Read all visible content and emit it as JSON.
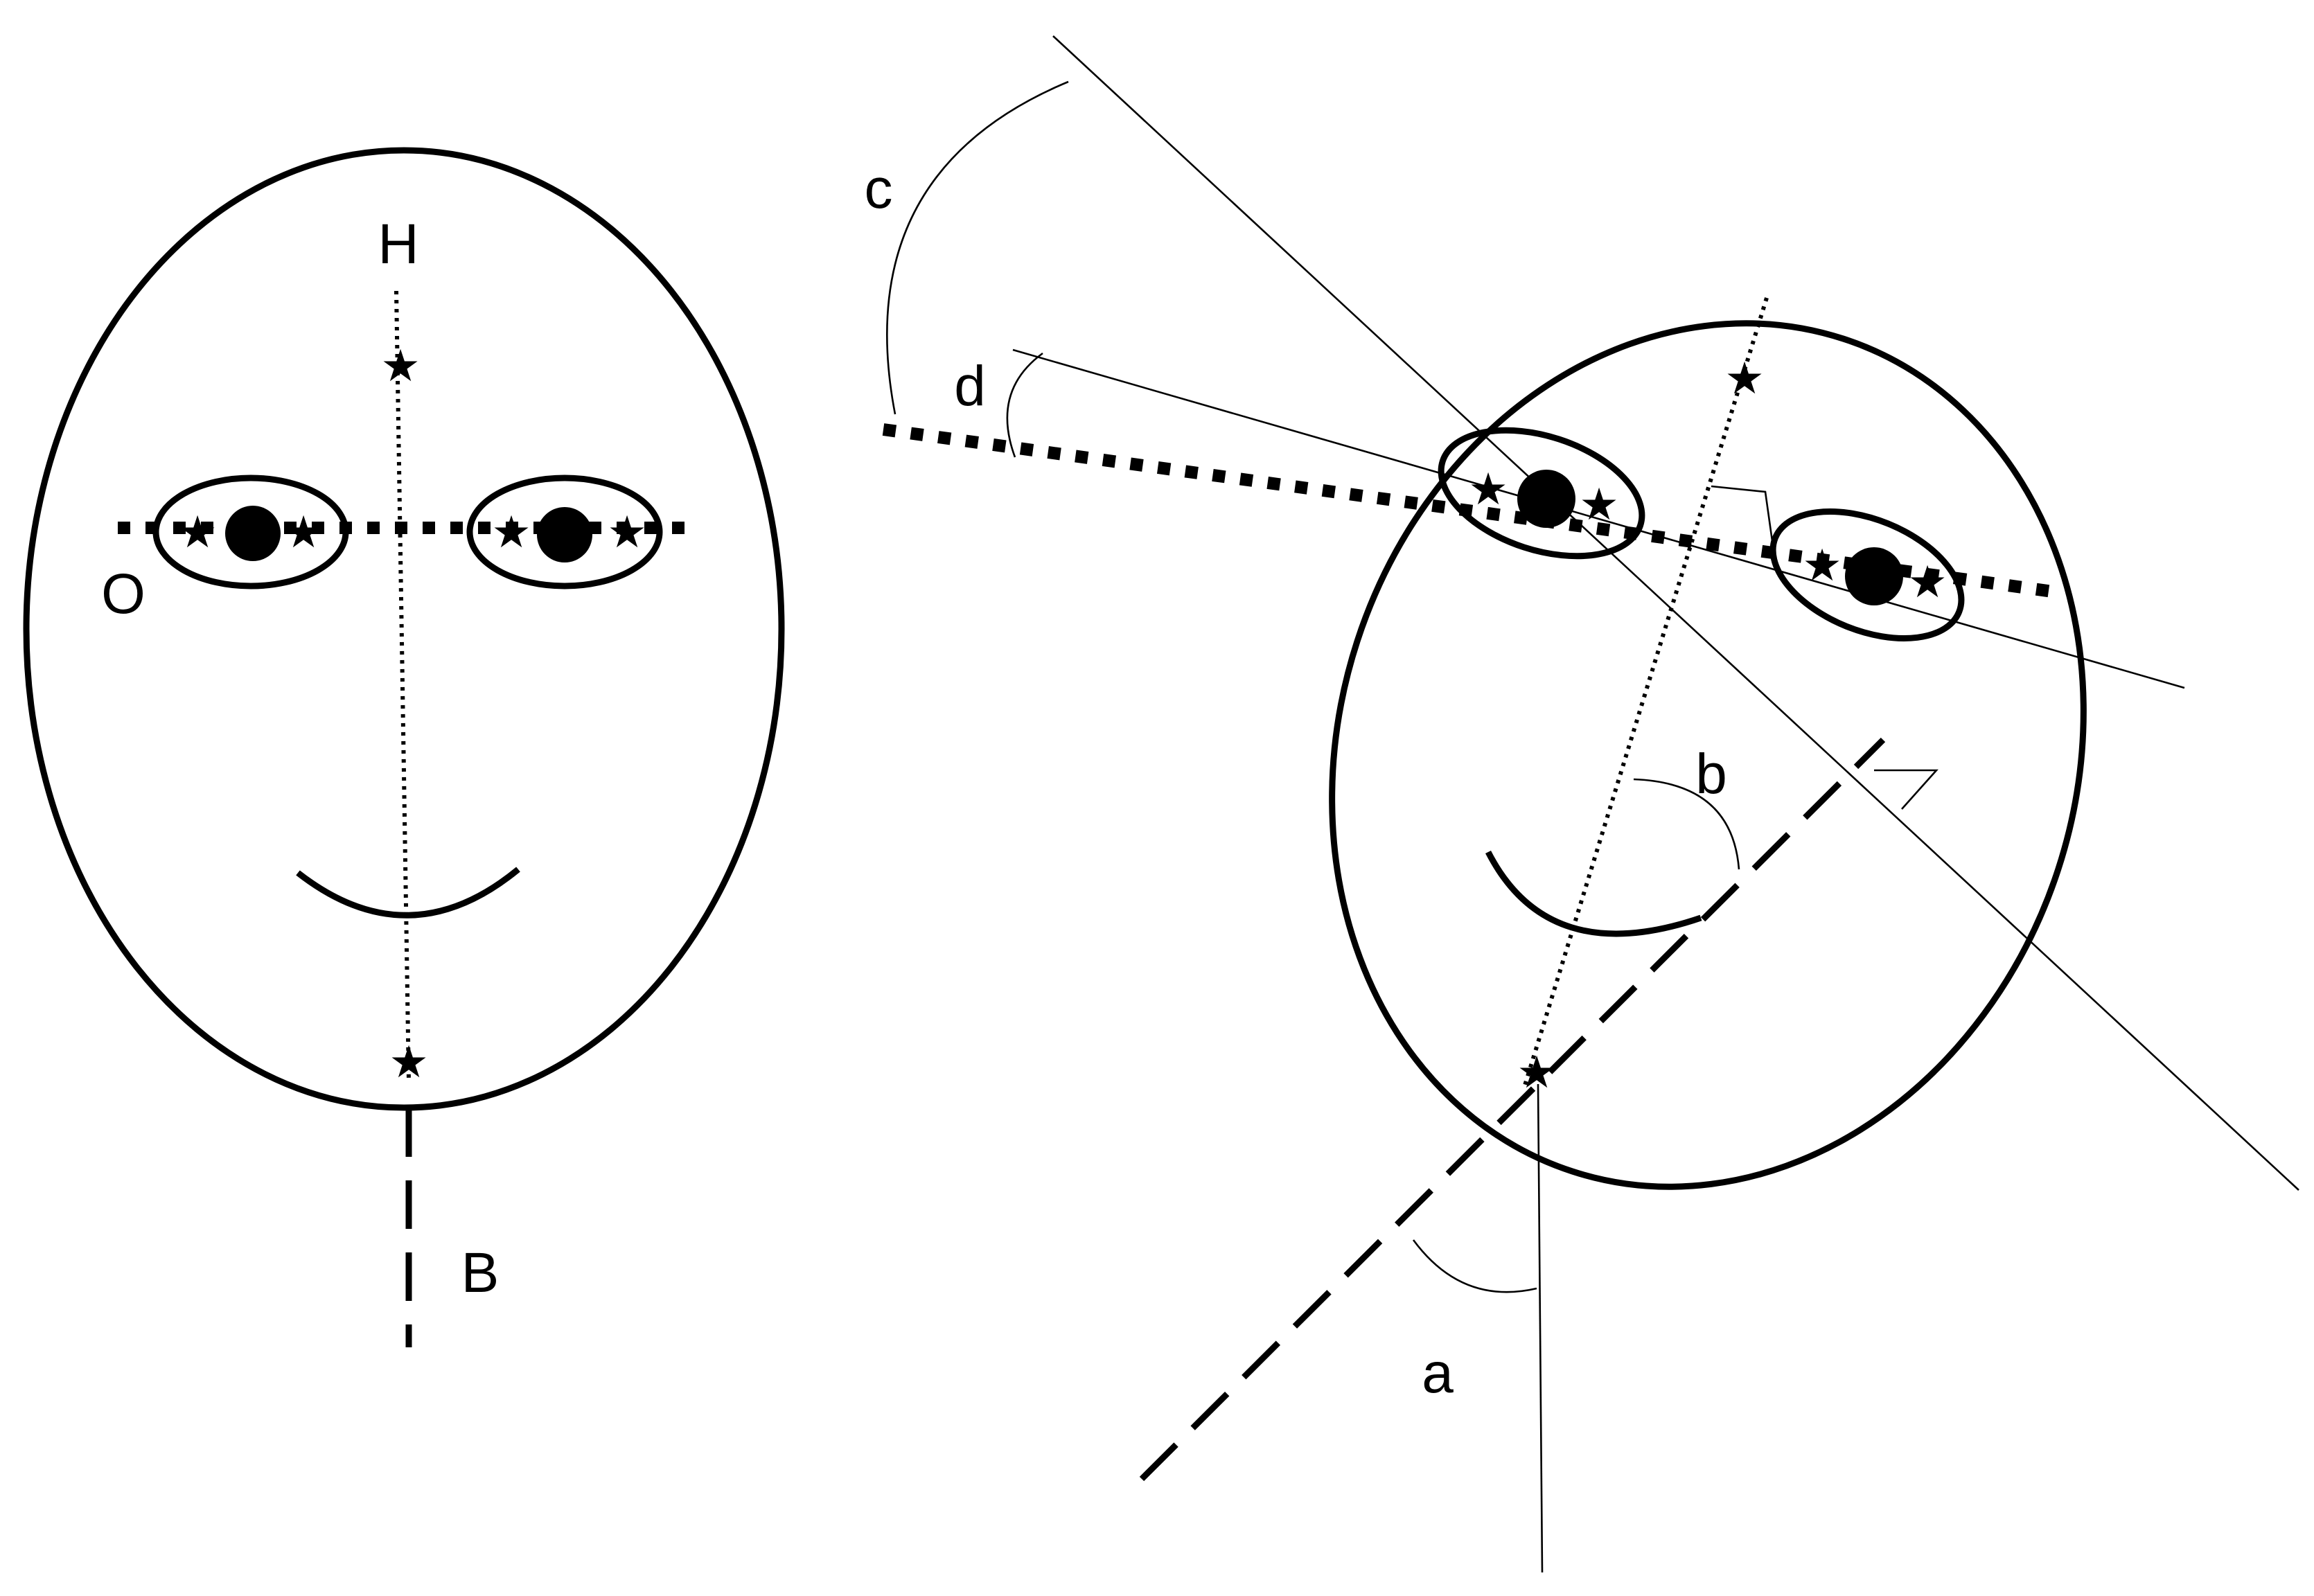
{
  "labels": {
    "H": "H",
    "O": "O",
    "B": "B",
    "a": "a",
    "b": "b",
    "c": "c",
    "d": "d"
  },
  "marker_glyph": "★",
  "colors": {
    "ink": "#000000",
    "background": "#ffffff"
  }
}
